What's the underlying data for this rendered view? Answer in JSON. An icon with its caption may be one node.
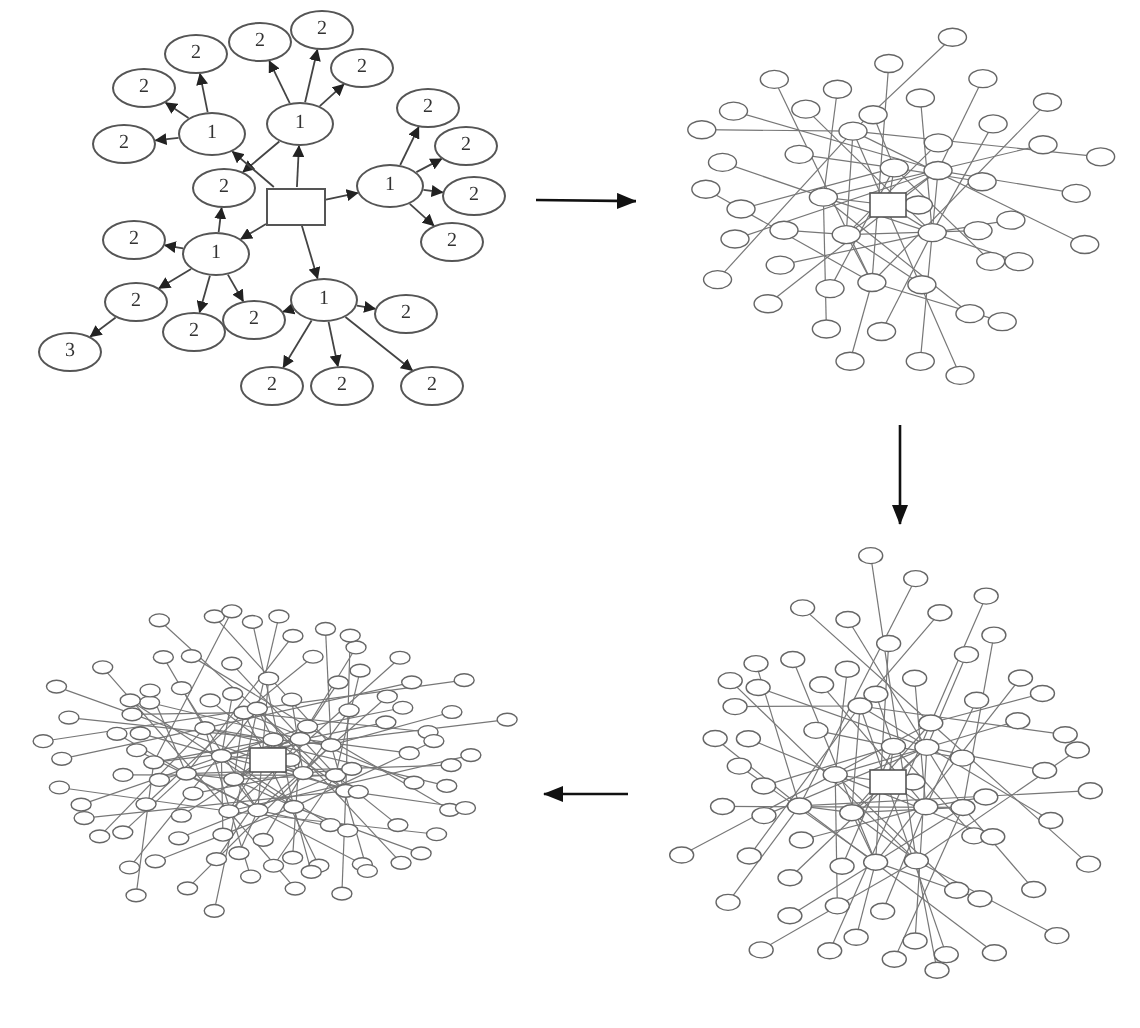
{
  "diagram": {
    "nodes": [
      {
        "text": [],
        "shape": "box"
      },
      {
        "text": [
          "1"
        ]
      },
      {
        "text": [
          "2"
        ]
      },
      {
        "text": [
          "2"
        ]
      },
      {
        "text": [
          "2"
        ]
      },
      {
        "text": [
          "1"
        ]
      },
      {
        "text": [
          "2"
        ]
      },
      {
        "text": [
          "2"
        ]
      },
      {
        "text": [
          "2"
        ]
      },
      {
        "text": [
          "2"
        ]
      },
      {
        "text": [
          "1"
        ]
      },
      {
        "text": [
          "2"
        ]
      },
      {
        "text": [
          "2"
        ]
      },
      {
        "text": [
          "2"
        ]
      },
      {
        "text": [
          "2"
        ]
      },
      {
        "text": [
          "1"
        ]
      },
      {
        "text": [
          "2"
        ]
      },
      {
        "text": [
          "2"
        ]
      },
      {
        "text": [
          "2"
        ]
      },
      {
        "text": [
          "2"
        ]
      },
      {
        "text": [
          "3"
        ]
      },
      {
        "text": [
          "1"
        ]
      },
      {
        "text": [
          "2"
        ]
      },
      {
        "text": [
          "2"
        ]
      },
      {
        "text": [
          "2"
        ]
      },
      {
        "text": [
          "2"
        ]
      },
      {
        "text": [],
        "shape": "picture"
      },
      {
        "text": [],
        "shape": "picture"
      },
      {
        "text": [],
        "shape": "picture"
      }
    ],
    "edges": [
      {
        "from": 0,
        "to": 1,
        "arrow": "to"
      },
      {
        "from": 1,
        "to": 2,
        "arrow": "to"
      },
      {
        "from": 1,
        "to": 3,
        "arrow": "to"
      },
      {
        "from": 1,
        "to": 4,
        "arrow": "to"
      },
      {
        "from": 1,
        "to": 9,
        "arrow": "to"
      },
      {
        "from": 0,
        "to": 5,
        "arrow": "to"
      },
      {
        "from": 5,
        "to": 6,
        "arrow": "to"
      },
      {
        "from": 5,
        "to": 7,
        "arrow": "to"
      },
      {
        "from": 5,
        "to": 8,
        "arrow": "to"
      },
      {
        "from": 0,
        "to": 10,
        "arrow": "to"
      },
      {
        "from": 10,
        "to": 11,
        "arrow": "to"
      },
      {
        "from": 10,
        "to": 12,
        "arrow": "to"
      },
      {
        "from": 10,
        "to": 13,
        "arrow": "to"
      },
      {
        "from": 10,
        "to": 14,
        "arrow": "to"
      },
      {
        "from": 0,
        "to": 15,
        "arrow": "to"
      },
      {
        "from": 15,
        "to": 9,
        "arrow": "to"
      },
      {
        "from": 15,
        "to": 16,
        "arrow": "to"
      },
      {
        "from": 15,
        "to": 17,
        "arrow": "to"
      },
      {
        "from": 15,
        "to": 18,
        "arrow": "to"
      },
      {
        "from": 15,
        "to": 19,
        "arrow": "to"
      },
      {
        "from": 17,
        "to": 20,
        "arrow": "to"
      },
      {
        "from": 0,
        "to": 21,
        "arrow": "to"
      },
      {
        "from": 21,
        "to": 19,
        "arrow": "to"
      },
      {
        "from": 21,
        "to": 22,
        "arrow": "to"
      },
      {
        "from": 21,
        "to": 23,
        "arrow": "to"
      },
      {
        "from": 21,
        "to": 24,
        "arrow": "to"
      },
      {
        "from": 21,
        "to": 25,
        "arrow": "to"
      },
      {
        "from": null,
        "to": 26,
        "arrow": "to"
      },
      {
        "from": 26,
        "to": 27,
        "arrow": "to"
      },
      {
        "from": 27,
        "to": 28,
        "arrow": "to"
      }
    ]
  }
}
